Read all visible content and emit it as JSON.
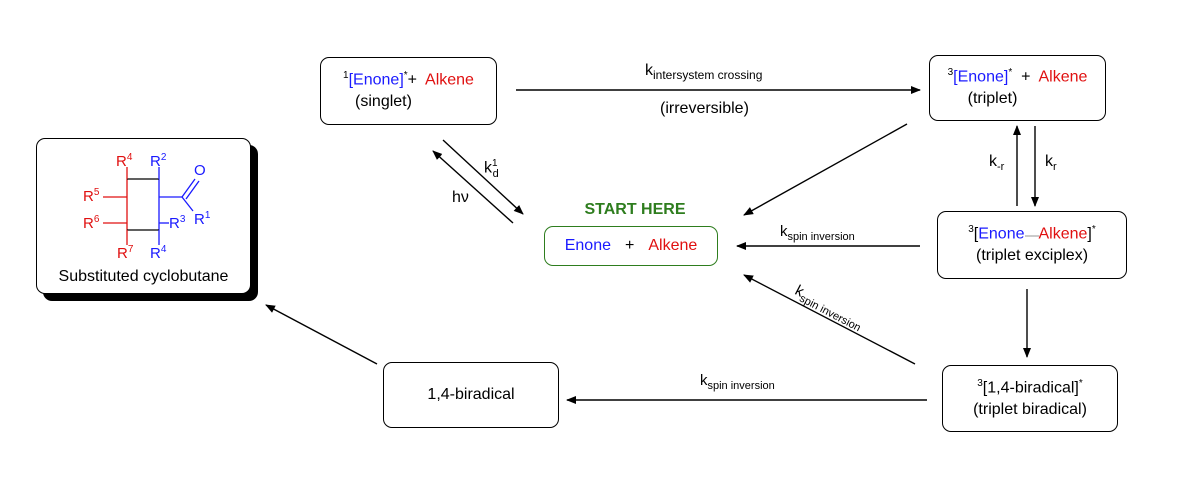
{
  "singlet_box": {
    "sup": "1",
    "enone": "[Enone]",
    "star": "*",
    "plus": "+",
    "alkene": "Alkene",
    "note": "(singlet)"
  },
  "triplet_box": {
    "sup": "3",
    "enone": "[Enone]",
    "star": "*",
    "plus": "+",
    "alkene": "Alkene",
    "note": "(triplet)"
  },
  "start": {
    "heading": "START HERE",
    "enone": "Enone",
    "plus": "+",
    "alkene": "Alkene"
  },
  "exciplex_box": {
    "sup": "3",
    "open": "[",
    "enone": "Enone",
    "dots": "·······",
    "alkene": "Alkene",
    "close": "]",
    "star": "*",
    "note": "(triplet exciplex)"
  },
  "triplet_biradical_box": {
    "sup": "3",
    "main": "[1,4-biradical]",
    "star": "*",
    "note": "(triplet biradical)"
  },
  "biradical_box": {
    "label": "1,4-biradical"
  },
  "product_box": {
    "label": "Substituted cyclobutane",
    "substituents": {
      "r4_top": "R",
      "r4_top_sup": "4",
      "r2": "R",
      "r2_sup": "2",
      "r5": "R",
      "r5_sup": "5",
      "r6": "R",
      "r6_sup": "6",
      "r3": "R",
      "r3_sup": "3",
      "r1": "R",
      "r1_sup": "1",
      "r7": "R",
      "r7_sup": "7",
      "r4_bottom": "R",
      "r4_bottom_sup": "4",
      "oxygen": "O"
    }
  },
  "rates": {
    "isc_k": "k",
    "isc_sub": "intersystem crossing",
    "isc_note": "(irreversible)",
    "kd_k": "k",
    "kd_sup": "1",
    "kd_sub": "d",
    "hv": "hν",
    "kmr_k": "k",
    "kmr_sub": "-r",
    "kr_k": "k",
    "kr_sub": "r",
    "ksi1_k": "k",
    "ksi1_sub": "spin inversion",
    "ksi2_k": "k",
    "ksi2_sub": "spin inversion",
    "ksi3_k": "k",
    "ksi3_sub": "spin inversion"
  },
  "colors": {
    "enone": "#1a1aff",
    "alkene": "#e01010",
    "start": "#2e7d1e"
  }
}
